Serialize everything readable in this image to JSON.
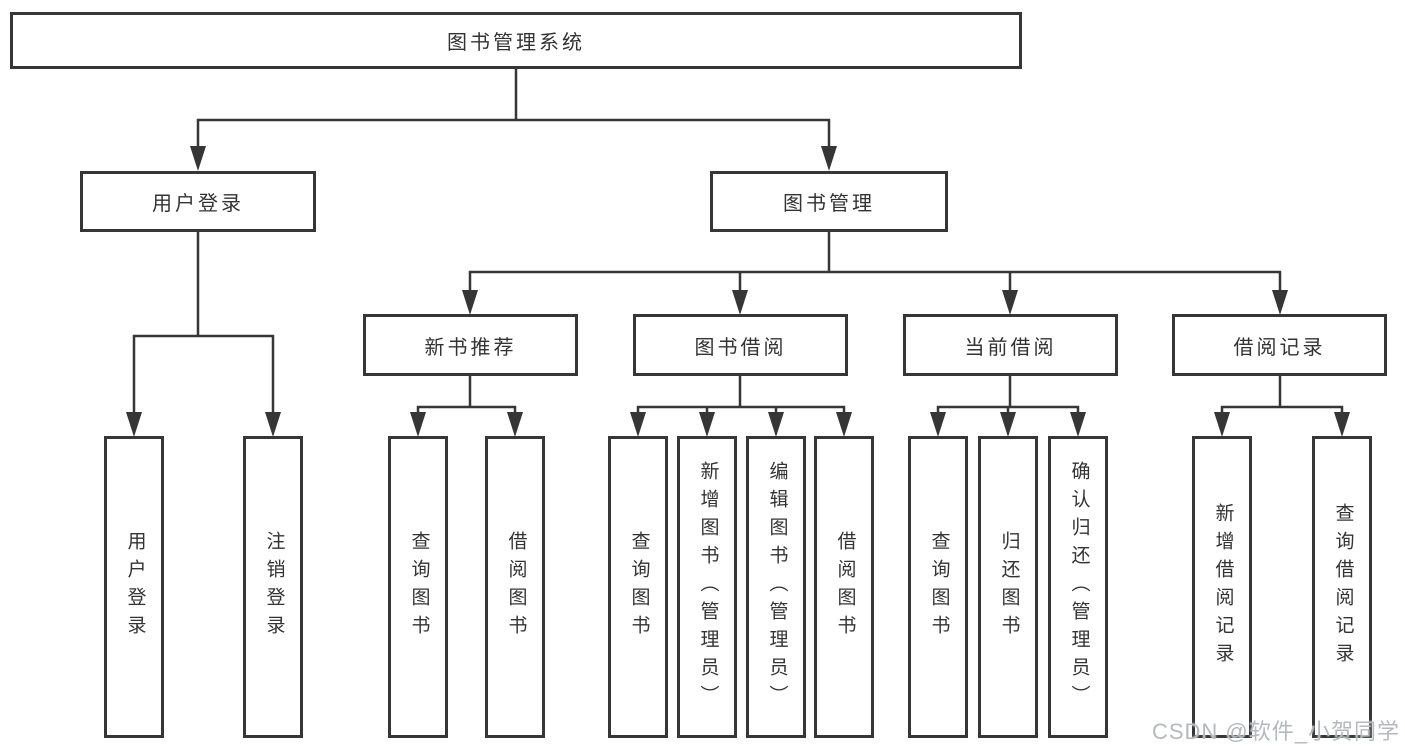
{
  "colors": {
    "bg": "#ffffff",
    "line": "#363636",
    "text": "#333333",
    "watermark": "#b4b8bf"
  },
  "nodes": {
    "root": "图书管理系统",
    "user_login": "用户登录",
    "book_mgmt": "图书管理",
    "new_book_rec": "新书推荐",
    "book_borrow": "图书借阅",
    "current_borrow": "当前借阅",
    "borrow_records": "借阅记录",
    "leaf_user_login": "用户登录",
    "leaf_logout": "注销登录",
    "leaf_rec_query_book": "查询图书",
    "leaf_rec_borrow_book": "借阅图书",
    "leaf_bb_query_book": "查询图书",
    "leaf_bb_add_book": "新增图书（管理员）",
    "leaf_bb_edit_book": "编辑图书（管理员）",
    "leaf_bb_borrow_book": "借阅图书",
    "leaf_cb_query_book": "查询图书",
    "leaf_cb_return_book": "归还图书",
    "leaf_cb_confirm_return": "确认归还（管理员）",
    "leaf_br_add_record": "新增借阅记录",
    "leaf_br_query_record": "查询借阅记录"
  },
  "hierarchy": {
    "图书管理系统": {
      "用户登录": [
        "用户登录",
        "注销登录"
      ],
      "图书管理": {
        "新书推荐": [
          "查询图书",
          "借阅图书"
        ],
        "图书借阅": [
          "查询图书",
          "新增图书（管理员）",
          "编辑图书（管理员）",
          "借阅图书"
        ],
        "当前借阅": [
          "查询图书",
          "归还图书",
          "确认归还（管理员）"
        ],
        "借阅记录": [
          "新增借阅记录",
          "查询借阅记录"
        ]
      }
    }
  },
  "watermark": {
    "text": "CSDN @软件_小贺同学"
  }
}
